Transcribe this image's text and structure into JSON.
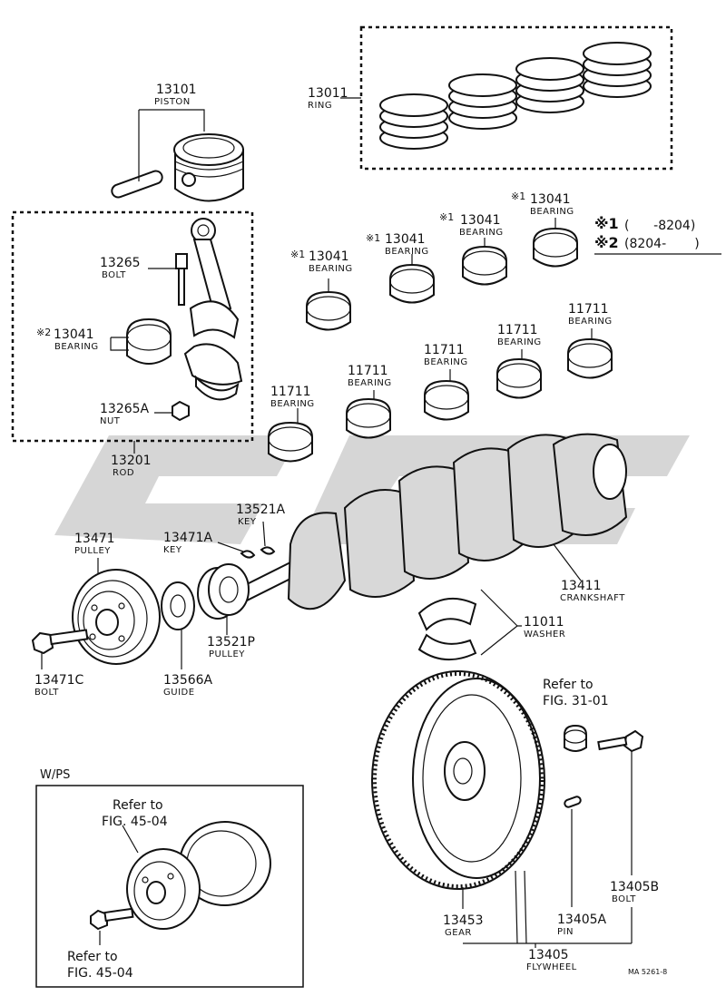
{
  "labels": {
    "ring": {
      "num": "13011",
      "name": "RING"
    },
    "piston": {
      "num": "13101",
      "name": "PISTON"
    },
    "bolt_rod": {
      "num": "13265",
      "name": "BOLT"
    },
    "bearing_rod": {
      "mark": "※2",
      "num": "13041",
      "name": "BEARING"
    },
    "nut": {
      "num": "13265A",
      "name": "NUT"
    },
    "rod": {
      "num": "13201",
      "name": "ROD"
    },
    "bearing_1": {
      "mark": "※1",
      "num": "13041",
      "name": "BEARING"
    },
    "bearing_2": {
      "mark": "※1",
      "num": "13041",
      "name": "BEARING"
    },
    "bearing_3": {
      "mark": "※1",
      "num": "13041",
      "name": "BEARING"
    },
    "bearing_4": {
      "mark": "※1",
      "num": "13041",
      "name": "BEARING"
    },
    "main_1": {
      "num": "11711",
      "name": "BEARING"
    },
    "main_2": {
      "num": "11711",
      "name": "BEARING"
    },
    "main_3": {
      "num": "11711",
      "name": "BEARING"
    },
    "main_4": {
      "num": "11711",
      "name": "BEARING"
    },
    "main_5": {
      "num": "11711",
      "name": "BEARING"
    },
    "key_1": {
      "num": "13521A",
      "name": "KEY"
    },
    "key_2": {
      "num": "13471A",
      "name": "KEY"
    },
    "pulley_crank": {
      "num": "13471",
      "name": "PULLEY"
    },
    "crankshaft": {
      "num": "13411",
      "name": "CRANKSHAFT"
    },
    "washer": {
      "num": "11011",
      "name": "WASHER"
    },
    "pulley_timing": {
      "num": "13521P",
      "name": "PULLEY"
    },
    "bolt_pulley": {
      "num": "13471C",
      "name": "BOLT"
    },
    "guide": {
      "num": "13566A",
      "name": "GUIDE"
    },
    "gear": {
      "num": "13453",
      "name": "GEAR"
    },
    "pin": {
      "num": "13405A",
      "name": "PIN"
    },
    "bolt_fw": {
      "num": "13405B",
      "name": "BOLT"
    },
    "flywheel": {
      "num": "13405",
      "name": "FLYWHEEL"
    }
  },
  "legend": {
    "row1_mark": "※1",
    "row1_range": "(      -8204)",
    "row2_mark": "※2",
    "row2_range": "(8204-       )"
  },
  "refs": {
    "fig31_line1": "Refer to",
    "fig31_line2": "FIG. 31-01",
    "wps_title": "W/PS",
    "fig45a_line1": "Refer to",
    "fig45a_line2": "FIG. 45-04",
    "fig45b_line1": "Refer to",
    "fig45b_line2": "FIG. 45-04"
  },
  "code": "MA 5261-8"
}
